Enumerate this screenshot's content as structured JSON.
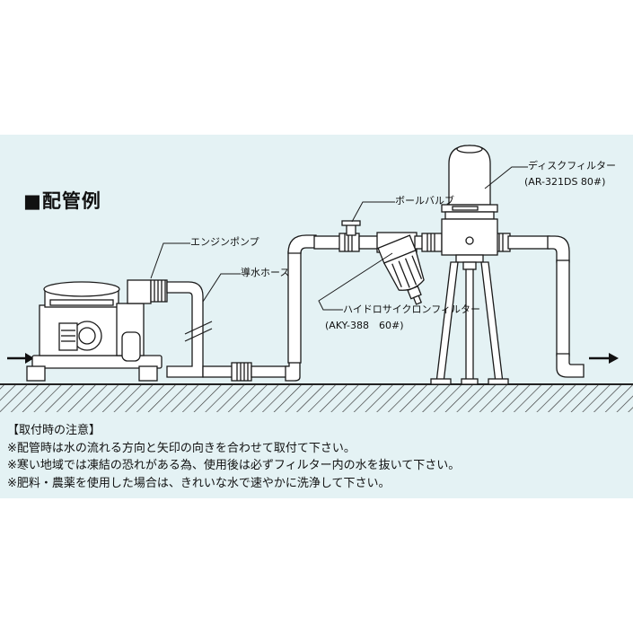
{
  "title": "■配管例",
  "labels": {
    "engine_pump": "エンジンポンプ",
    "hose": "導水ホース",
    "ball_valve": "ボールバルブ",
    "disk_filter": "ディスクフィルター",
    "disk_filter_model": "(AR-321DS 80#)",
    "cyclone_filter": "ハイドロサイクロンフィルター",
    "cyclone_filter_model": "(AKY-388　60#)"
  },
  "notes": {
    "heading": "【取付時の注意】",
    "items": [
      "※配管時は水の流れる方向と矢印の向きを合わせて取付て下さい。",
      "※寒い地域では凍結の恐れがある為、使用後は必ずフィルター内の水を抜いて下さい。",
      "※肥料・農薬を使用した場合は、きれいな水で速やかに洗浄して下さい。"
    ]
  },
  "colors": {
    "panel": "#e4f2f4",
    "pipe": "#ffffff",
    "stroke": "#1a1a1a",
    "ground_hatch": "#333333"
  },
  "icons": [
    "flow-in-arrow-icon",
    "flow-out-arrow-icon"
  ]
}
